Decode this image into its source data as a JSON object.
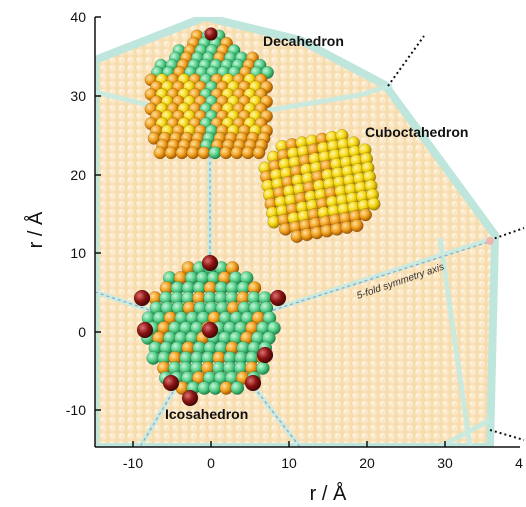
{
  "figure": {
    "x_axis_label": "r / Å",
    "y_axis_label": "r / Å",
    "x_ticks": [
      "-10",
      "0",
      "10",
      "20",
      "30",
      "4"
    ],
    "y_ticks": [
      "40",
      "30",
      "20",
      "10",
      "0",
      "-10"
    ],
    "labels": {
      "decahedron": "Decahedron",
      "cuboctahedron": "Cuboctahedron",
      "icosahedron": "Icosahedron",
      "symmetry_axis": "5-fold symmetry axis"
    },
    "colors": {
      "shell": "#f8dfb2",
      "shell_edge": "#bfe6dc",
      "green_atom": "#57d08a",
      "orange_atom": "#f0a01e",
      "yellow_atom": "#f5d60f",
      "vertex_atom": "#8b1414"
    }
  }
}
